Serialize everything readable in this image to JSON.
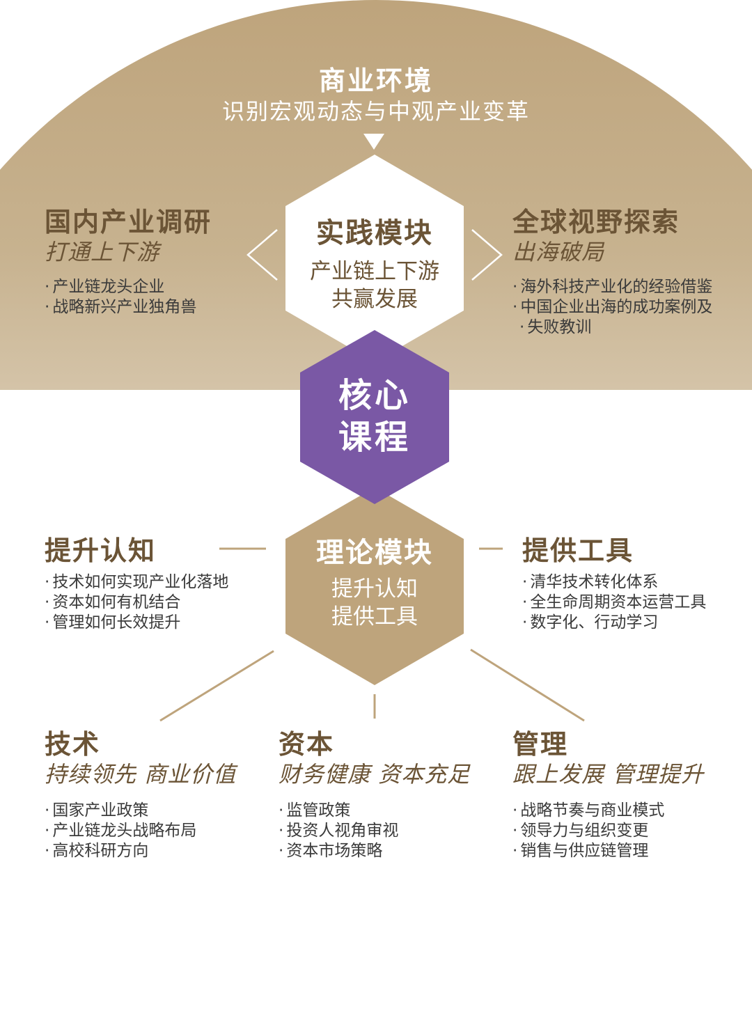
{
  "colors": {
    "gold": "#bea47c",
    "brown_text": "#6b5436",
    "purple": "#7a58a5",
    "body_text": "#3a3a3a"
  },
  "top": {
    "title": "商业环境",
    "subtitle": "识别宏观动态与中观产业变革"
  },
  "practice_hex": {
    "title": "实践模块",
    "line1": "产业链上下游",
    "line2": "共赢发展"
  },
  "core_hex": {
    "line1": "核心",
    "line2": "课程"
  },
  "theory_hex": {
    "title": "理论模块",
    "line1": "提升认知",
    "line2": "提供工具"
  },
  "left_practice": {
    "title": "国内产业调研",
    "subtitle": "打通上下游",
    "items": [
      "产业链龙头企业",
      "战略新兴产业独角兽"
    ]
  },
  "right_practice": {
    "title": "全球视野探索",
    "subtitle": "出海破局",
    "items": [
      "海外科技产业化的经验借鉴",
      "中国企业出海的成功案例及",
      "失败教训"
    ]
  },
  "left_theory": {
    "title": "提升认知",
    "items": [
      "技术如何实现产业化落地",
      "资本如何有机结合",
      "管理如何长效提升"
    ]
  },
  "right_theory": {
    "title": "提供工具",
    "items": [
      "清华技术转化体系",
      "全生命周期资本运营工具",
      "数字化、行动学习"
    ]
  },
  "bottom_left": {
    "title": "技术",
    "subtitle": "持续领先 商业价值",
    "items": [
      "国家产业政策",
      "产业链龙头战略布局",
      "高校科研方向"
    ]
  },
  "bottom_mid": {
    "title": "资本",
    "subtitle": "财务健康 资本充足",
    "items": [
      "监管政策",
      "投资人视角审视",
      "资本市场策略"
    ]
  },
  "bottom_right": {
    "title": "管理",
    "subtitle": "跟上发展 管理提升",
    "items": [
      "战略节奏与商业模式",
      "领导力与组织变更",
      "销售与供应链管理"
    ]
  }
}
